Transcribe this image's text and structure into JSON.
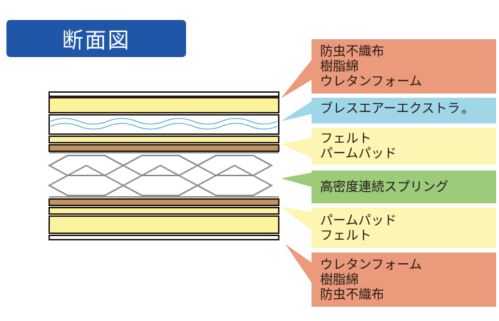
{
  "title": "断面図",
  "colors": {
    "title_bg": "#1f56a8",
    "orange": "#eb9a7c",
    "blue": "#9fd7e8",
    "yellow": "#fdf6b2",
    "green": "#9ccb7a",
    "felt": "#fbf29c",
    "palm": "#c1955e",
    "frame": "#231815",
    "spring": "#8c8c8c"
  },
  "labels": [
    {
      "lines": [
        "防虫不織布",
        "樹脂綿",
        "ウレタンフォーム"
      ],
      "color": "orange"
    },
    {
      "lines": [
        "ブレスエアーエクストラ"
      ],
      "mark": "®",
      "color": "blue"
    },
    {
      "lines": [
        "フェルト",
        "パームパッド"
      ],
      "color": "yellow"
    },
    {
      "lines": [
        "高密度連続スプリング"
      ],
      "color": "green"
    },
    {
      "lines": [
        "パームパッド",
        "フェルト"
      ],
      "color": "yellow"
    },
    {
      "lines": [
        "ウレタンフォーム",
        "樹脂綿",
        "防虫不織布"
      ],
      "color": "orange"
    }
  ]
}
